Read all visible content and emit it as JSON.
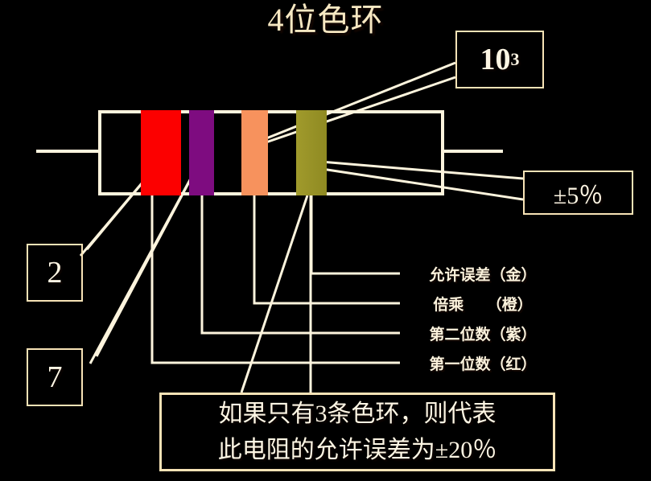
{
  "slide": {
    "title": "4位色环",
    "bg_top": "#6a3200",
    "bg_mid": "#9c6c00",
    "bg_bottom": "#6e3600",
    "line_color": "#fdf4dd",
    "text_color": "#fdf6e4"
  },
  "resistor": {
    "body_label": "resistor-body",
    "bands": [
      {
        "name": "band-1-red",
        "color_hex": "#fc0000",
        "color_name": "红",
        "meaning": "第一位数"
      },
      {
        "name": "band-2-violet",
        "color_hex": "#7e0c80",
        "color_name": "紫",
        "meaning": "第二位数"
      },
      {
        "name": "band-3-orange",
        "color_hex": "#f7925d",
        "color_name": "橙",
        "meaning": "倍乘"
      },
      {
        "name": "band-4-gold",
        "color_hex": "#9b9428",
        "color_name": "金",
        "meaning": "允许误差"
      }
    ]
  },
  "callouts": {
    "multiplier": {
      "base": "10",
      "exponent": "3"
    },
    "tolerance": "±5％",
    "digit_first": "2",
    "digit_second": "7"
  },
  "legend": {
    "rows": [
      "允许误差（金）",
      "倍乘　　（橙）",
      "第二位数（紫）",
      "第一位数（红）"
    ]
  },
  "caption": {
    "line1": "如果只有3条色环，则代表",
    "line2": "此电阻的允许误差为±20％"
  }
}
